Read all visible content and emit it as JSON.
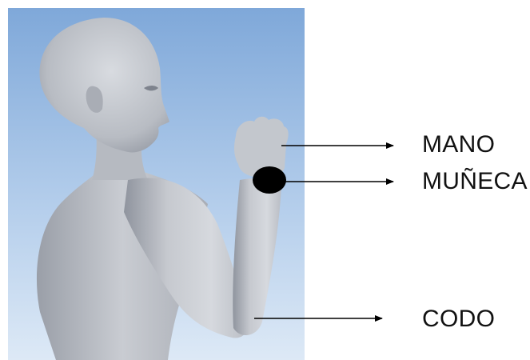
{
  "labels": {
    "hand": "MANO",
    "wrist": "MUÑECA",
    "elbow": "CODO"
  },
  "colors": {
    "sky_top": "#7fa8d9",
    "sky_bottom": "#dbe8f6",
    "figure_light": "#d3d6dc",
    "figure_mid": "#b4b8c0",
    "figure_shadow": "#8c919b",
    "wrist_marker": "#000000",
    "arrow": "#000000",
    "text": "#111111"
  }
}
